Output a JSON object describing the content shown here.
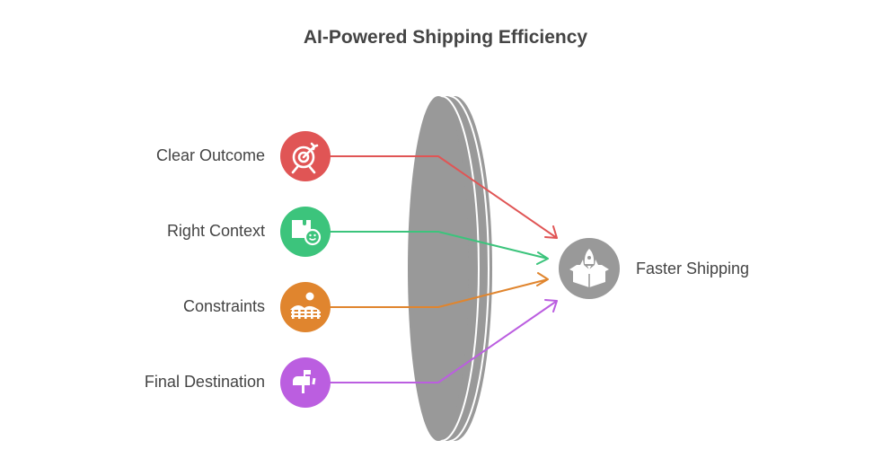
{
  "title": "AI-Powered Shipping Efficiency",
  "inputs": [
    {
      "label": "Clear Outcome",
      "icon": "target-icon",
      "color": "#e05555"
    },
    {
      "label": "Right Context",
      "icon": "puzzle-smiley-icon",
      "color": "#3cc47c"
    },
    {
      "label": "Constraints",
      "icon": "fenced-landscape-icon",
      "color": "#e0852e"
    },
    {
      "label": "Final Destination",
      "icon": "mailbox-icon",
      "color": "#bb5ee0"
    }
  ],
  "output": {
    "label": "Faster Shipping",
    "icon": "rocket-box-icon",
    "color": "#999999"
  },
  "lens_color": "#999999"
}
